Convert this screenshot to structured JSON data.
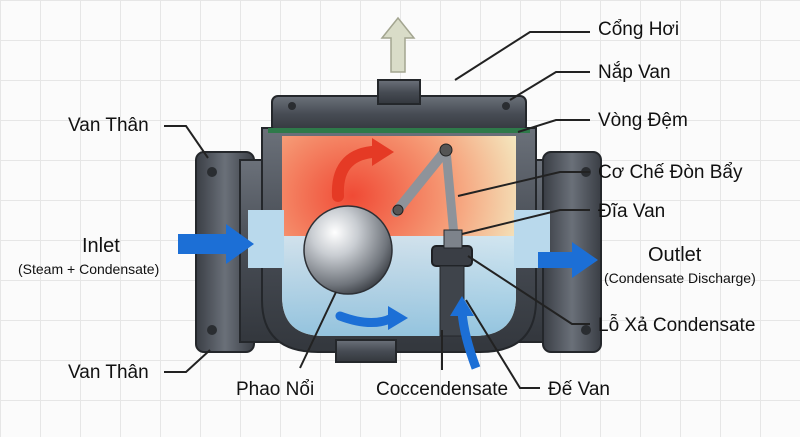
{
  "labels": {
    "cong_hoi": "Cổng Hơi",
    "nap_van": "Nắp Van",
    "vong_dem": "Vòng Đệm",
    "co_che": "Cơ Chế Đòn Bẩy",
    "dia_van": "Đĩa Van",
    "lo_xa": "Lỗ Xả Condensate",
    "de_van": "Đế Van",
    "coccondensate": "Coccendensate",
    "phao_noi": "Phao Nổi",
    "van_than_top": "Van Thân",
    "van_than_bottom": "Van Thân",
    "inlet": "Inlet",
    "inlet_sub": "(Steam + Condensate)",
    "outlet": "Outlet",
    "outlet_sub": "(Condensate Discharge)"
  },
  "colors": {
    "body": "#4a4f57",
    "steam": "#f2604a",
    "water": "#a9d3ea",
    "arrow_blue": "#1c6fd6",
    "vent_arrow": "#d9dcc8",
    "gasket": "#2e7a4a"
  }
}
